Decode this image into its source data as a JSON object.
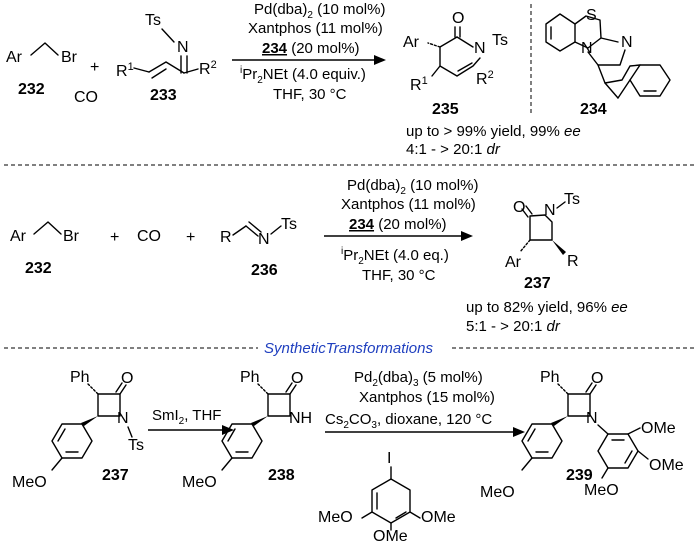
{
  "section1": {
    "reagent_ArCH2Br": {
      "ar": "Ar",
      "br": "Br",
      "number": "232"
    },
    "plus": "+",
    "co": "CO",
    "imine_233": {
      "ts": "Ts",
      "n": "N",
      "r1": "R",
      "r1_sup": "1",
      "r2": "R",
      "r2_sup": "2",
      "number": "233"
    },
    "conditions": {
      "line1_a": "Pd(dba)",
      "line1_sub": "2",
      "line1_b": " (10 mol%)",
      "line2": "Xantphos (11 mol%)",
      "line3_cat": "234",
      "line3_rest": " (20 mol%)",
      "line4_sup": "i",
      "line4_a": "Pr",
      "line4_sub": "2",
      "line4_b": "NEt (4.0 equiv.)",
      "line5": "THF, 30 °C"
    },
    "product_235": {
      "ar": "Ar",
      "o": "O",
      "n": "N",
      "ts": "Ts",
      "r1": "R",
      "r1_sup": "1",
      "r2": "R",
      "r2_sup": "2",
      "number": "235"
    },
    "catalyst_234": {
      "s": "S",
      "n_top": "N",
      "n_bottom": "N",
      "number": "234"
    },
    "result": {
      "line1_a": "up to > 99% yield, 99% ",
      "line1_ee": "ee",
      "line2_a": "4:1 - > 20:1 ",
      "line2_dr": "dr"
    }
  },
  "section2": {
    "reagent_ArCH2Br": {
      "ar": "Ar",
      "br": "Br",
      "number": "232"
    },
    "plus1": "+",
    "co": "CO",
    "plus2": "+",
    "imine_236": {
      "r": "R",
      "n": "N",
      "ts": "Ts",
      "number": "236"
    },
    "conditions": {
      "line1_a": "Pd(dba)",
      "line1_sub": "2",
      "line1_b": " (10 mol%)",
      "line2": "Xantphos (11 mol%)",
      "line3_cat": "234",
      "line3_rest": " (20 mol%)",
      "line4_sup": "i",
      "line4_a": "Pr",
      "line4_sub": "2",
      "line4_b": "NEt (4.0 eq.)",
      "line5": "THF, 30 °C"
    },
    "product_237": {
      "o": "O",
      "n": "N",
      "ts": "Ts",
      "ar": "Ar",
      "r": "R",
      "number": "237"
    },
    "result": {
      "line1_a": "up to 82% yield, 96% ",
      "line1_ee": "ee",
      "line2_a": "5:1 - > 20:1 ",
      "line2_dr": "dr"
    }
  },
  "section3": {
    "title": "SyntheticTransformations",
    "compound_237": {
      "ph": "Ph",
      "o": "O",
      "n": "N",
      "ts": "Ts",
      "meo": "MeO",
      "number": "237"
    },
    "step1": {
      "a": "SmI",
      "sub": "2",
      "b": ", THF"
    },
    "compound_238": {
      "ph": "Ph",
      "o": "O",
      "nh": "NH",
      "meo": "MeO",
      "number": "238"
    },
    "step2": {
      "line1_a": "Pd",
      "line1_sub1": "2",
      "line1_b": "(dba)",
      "line1_sub2": "3",
      "line1_c": " (5 mol%)",
      "line2": "Xantphos (15 mol%)",
      "line3_a": "Cs",
      "line3_sub1": "2",
      "line3_b": "CO",
      "line3_sub2": "3",
      "line3_c": ", dioxane, 120 °C"
    },
    "aryl_iodide": {
      "i": "I",
      "meo_left": "MeO",
      "ome_right": "OMe",
      "ome_bottom": "OMe"
    },
    "compound_239": {
      "ph": "Ph",
      "o": "O",
      "n": "N",
      "meo": "MeO",
      "ome_1": "OMe",
      "ome_2": "OMe",
      "meo_bottom": "MeO",
      "number": "239"
    }
  }
}
